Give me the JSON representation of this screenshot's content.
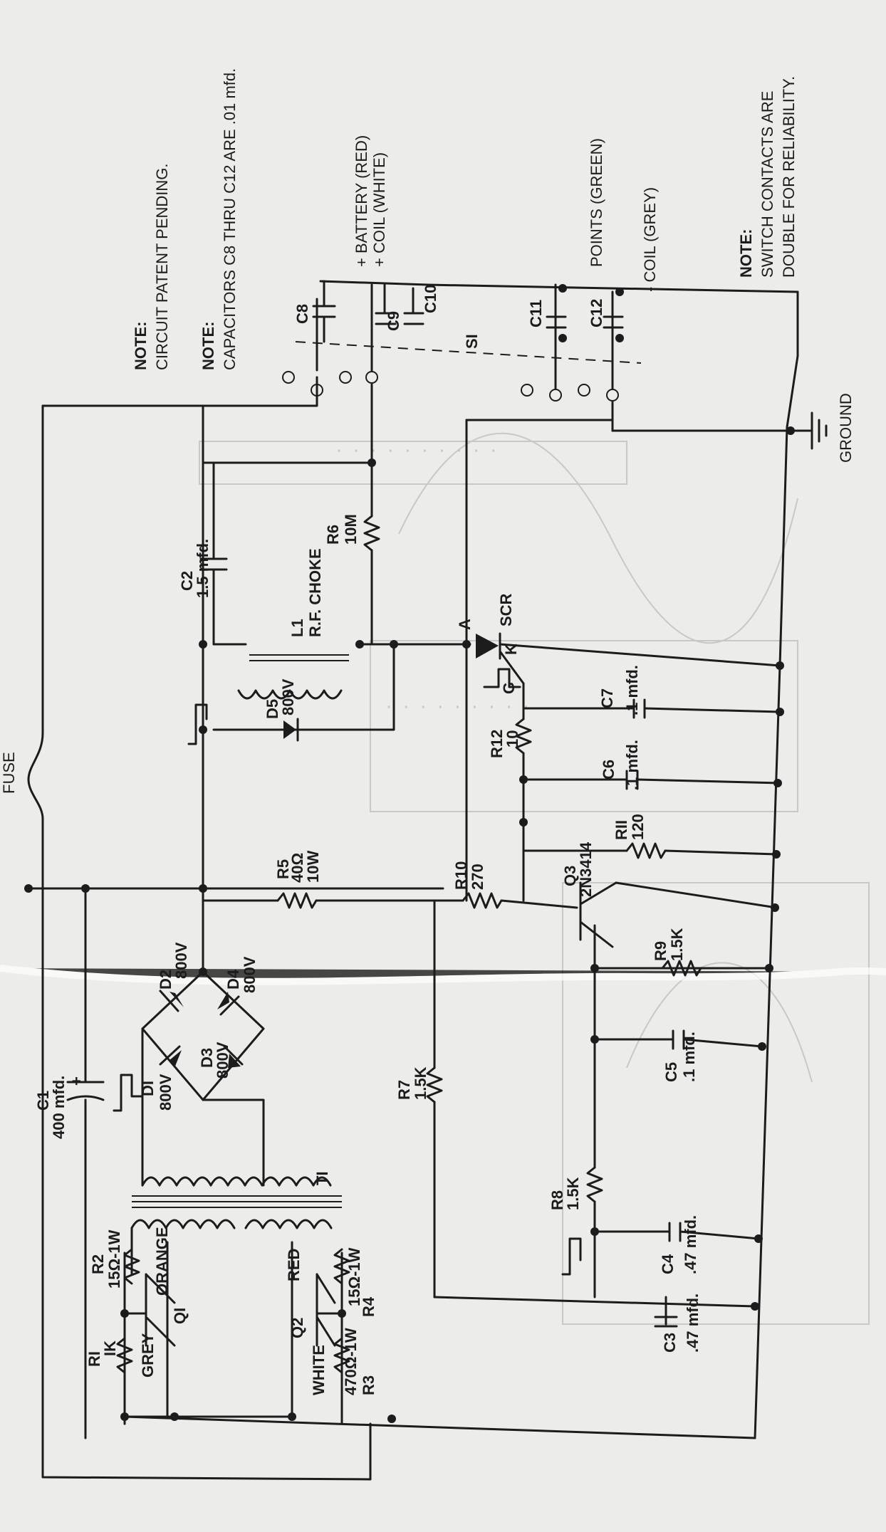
{
  "notes": {
    "note_heading": "NOTE:",
    "patent": "CIRCUIT PATENT PENDING.",
    "capacitors": "CAPACITORS C8 THRU C12 ARE .01 mfd.",
    "switch_line1": "SWITCH CONTACTS ARE",
    "switch_line2": "DOUBLE FOR RELIABILITY."
  },
  "connections": {
    "battery": "+ BATTERY (RED)",
    "coil_white": "+ COIL (WHITE)",
    "points": "POINTS (GREEN)",
    "coil_grey": "- COIL (GREY)",
    "ground": "GROUND",
    "fuse": "FUSE"
  },
  "components": {
    "c1": "C1",
    "c1_val": "400 mfd.",
    "c1_plus": "+",
    "c2": "C2",
    "c2_val": "1.5 mfd.",
    "c3": "C3",
    "c3_val": ".47 mfd.",
    "c4": "C4",
    "c4_val": ".47 mfd.",
    "c5": "C5",
    "c5_val": ".1 mfd.",
    "c6": "C6",
    "c6_val": ".1 mfd.",
    "c7": "C7",
    "c7_val": ".1 mfd.",
    "c8": "C8",
    "c9": "C9",
    "c10": "C10",
    "c11": "C11",
    "c12": "C12",
    "s1": "SI",
    "r1": "RI",
    "r1_val": "IK",
    "r2": "R2",
    "r2_val": "15Ω-1W",
    "r3": "R3",
    "r3_val": "470Ω-1W",
    "r4": "R4",
    "r4_val": "15Ω-1W",
    "r5": "R5",
    "r5_val": "40Ω",
    "r5_w": "10W",
    "r6": "R6",
    "r6_val": "10M",
    "r7": "R7",
    "r7_val": "1.5K",
    "r8": "R8",
    "r8_val": "1.5K",
    "r9": "R9",
    "r9_val": "1.5K",
    "r10": "R10",
    "r10_val": "270",
    "r11": "RII",
    "r11_val": "120",
    "r12": "R12",
    "r12_val": "10",
    "d1": "DI",
    "d1_val": "800V",
    "d2": "D2",
    "d2_val": "800V",
    "d3": "D3",
    "d3_val": "800V",
    "d4": "D4",
    "d4_val": "800V",
    "d5": "D5",
    "d5_val": "800V",
    "l1": "L1",
    "l1_val": "R.F. CHOKE",
    "scr": "SCR",
    "scr_a": "A",
    "scr_k": "K",
    "scr_g": "G",
    "q1": "QI",
    "q2": "Q2",
    "q3": "Q3",
    "q3_val": "2N3414",
    "t1": "TI",
    "wire_grey": "GREY",
    "wire_orange": "ORANGE",
    "wire_white": "WHITE",
    "wire_red": "RED"
  },
  "colors": {
    "ink": "#1c1c1c",
    "paper": "#ececea",
    "bleed": "#c2c2c0"
  }
}
